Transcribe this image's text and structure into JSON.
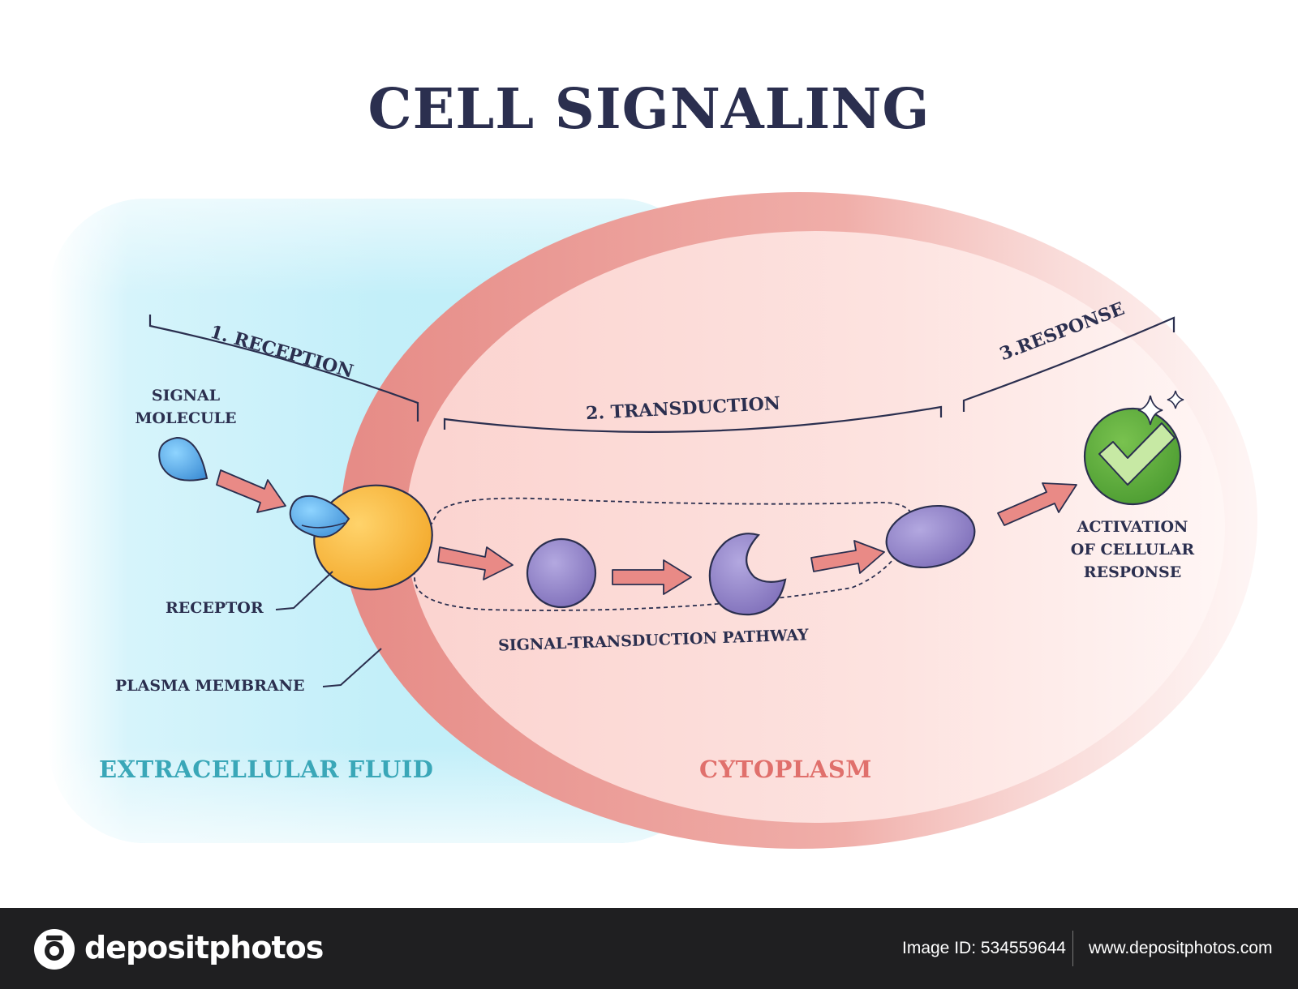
{
  "title": "CELL SIGNALING",
  "stages": {
    "reception": "1. RECEPTION",
    "transduction": "2. TRANSDUCTION",
    "response": "3.RESPONSE"
  },
  "labels": {
    "signal_molecule_line1": "SIGNAL",
    "signal_molecule_line2": "MOLECULE",
    "receptor": "RECEPTOR",
    "plasma_membrane": "PLASMA MEMBRANE",
    "pathway": "SIGNAL-TRANSDUCTION PATHWAY",
    "activation_line1": "ACTIVATION",
    "activation_line2": "OF CELLULAR",
    "activation_line3": "RESPONSE"
  },
  "regions": {
    "extracellular": "EXTRACELLULAR FLUID",
    "cytoplasm": "CYTOPLASM"
  },
  "colors": {
    "extracellular_text": "#3aa7b8",
    "cytoplasm_text": "#e0706c",
    "membrane": "#e8938e",
    "arrow": "#e98a86",
    "receptor": "#f6b43c",
    "signal": "#4da3e0",
    "relay": "#8a7cc0",
    "check": "#5aa83a"
  },
  "icons": {
    "check": "checkmark-badge-icon",
    "sparkle": "sparkle-icon",
    "logo": "depositphotos-logo-icon"
  },
  "footer": {
    "brand": "depositphotos",
    "image_id": "Image ID: 534559644",
    "url": "www.depositphotos.com"
  }
}
